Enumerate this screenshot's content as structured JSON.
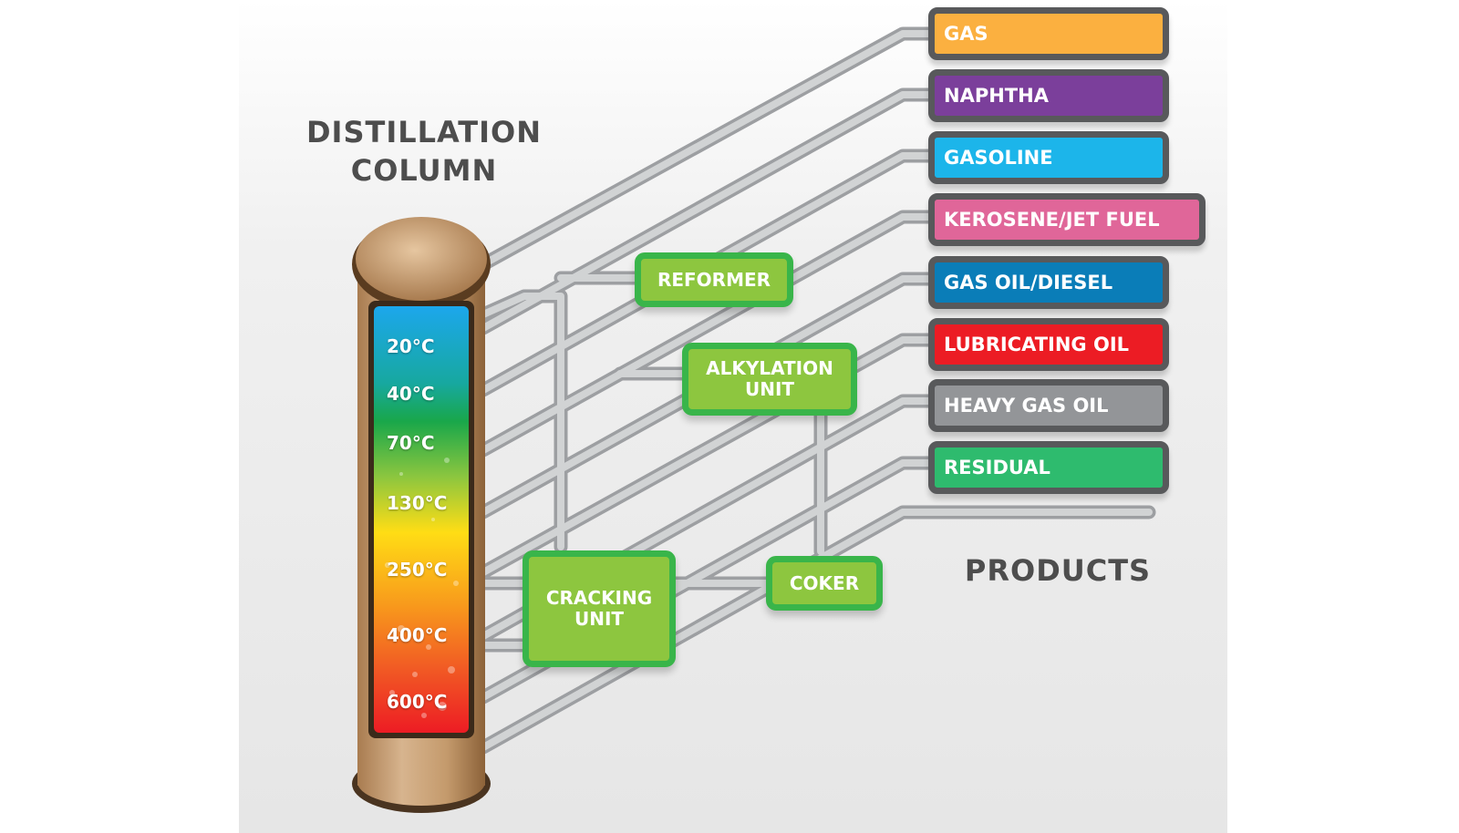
{
  "diagram": {
    "column_title_line1": "DISTILLATION",
    "column_title_line2": "COLUMN",
    "products_title": "PRODUCTS",
    "temperatures": [
      "20°C",
      "40°C",
      "70°C",
      "130°C",
      "250°C",
      "400°C",
      "600°C"
    ],
    "products": [
      {
        "label": "GAS",
        "color": "#fbb040"
      },
      {
        "label": "NAPHTHA",
        "color": "#7b3f9b"
      },
      {
        "label": "GASOLINE",
        "color": "#1cb5ea"
      },
      {
        "label": "KEROSENE/JET FUEL",
        "color": "#e06699"
      },
      {
        "label": "GAS OIL/DIESEL",
        "color": "#0a7db8"
      },
      {
        "label": "LUBRICATING OIL",
        "color": "#ec1c24"
      },
      {
        "label": "HEAVY GAS OIL",
        "color": "#939598"
      },
      {
        "label": "RESIDUAL",
        "color": "#2ebb6e"
      }
    ],
    "units": {
      "reformer": "REFORMER",
      "alkylation_line1": "ALKYLATION",
      "alkylation_line2": "UNIT",
      "cracking_line1": "CRACKING",
      "cracking_line2": "UNIT",
      "coker": "COKER"
    },
    "colors": {
      "unit_fill": "#8dc63f",
      "unit_border": "#39b54a",
      "product_border": "#58595b",
      "pipe": "#bcbec0",
      "column_body": "#c49a6c",
      "title": "#4d4d4d"
    }
  }
}
